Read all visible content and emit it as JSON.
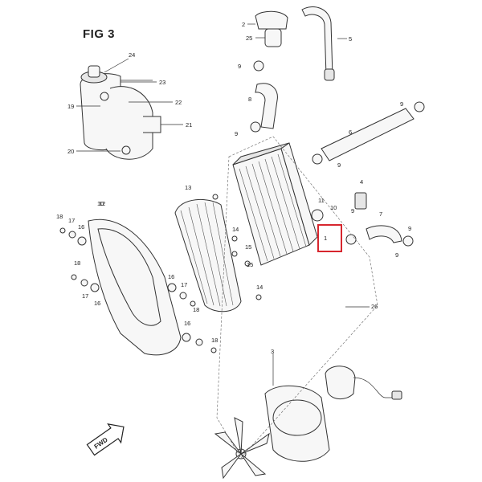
{
  "figure": {
    "title": "FIG 3",
    "highlight_color": "#d7262e",
    "highlighted_callout": "1",
    "direction_marker": "FWD"
  },
  "callouts": {
    "c1": "1",
    "c2": "2",
    "c3": "3",
    "c4": "4",
    "c5": "5",
    "c6": "6",
    "c7": "7",
    "c8": "8",
    "c9a": "9",
    "c9b": "9",
    "c9c": "9",
    "c9d": "9",
    "c9e": "9",
    "c9f": "9",
    "c9g": "9",
    "c10a": "10",
    "c10b": "10",
    "c11": "11",
    "c12": "12",
    "c13": "13",
    "c14a": "14",
    "c14b": "14",
    "c15a": "15",
    "c15b": "15",
    "c16a": "16",
    "c16b": "16",
    "c16c": "16",
    "c16d": "16",
    "c17a": "17",
    "c17b": "17",
    "c17c": "17",
    "c18a": "18",
    "c18b": "18",
    "c18c": "18",
    "c18d": "18",
    "c19": "19",
    "c20": "20",
    "c21": "21",
    "c22": "22",
    "c23": "23",
    "c24": "24",
    "c25": "25",
    "c26": "26"
  }
}
